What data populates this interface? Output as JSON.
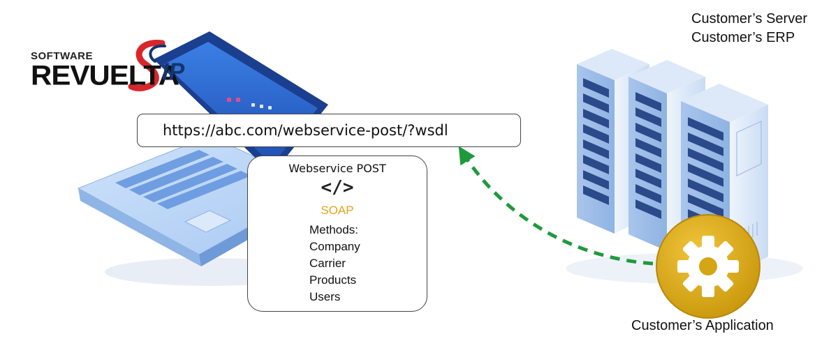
{
  "logo": {
    "small_text": "SOFTWARE",
    "big_text": "REVUELTA",
    "suffix": "IP"
  },
  "url_box": {
    "url": "https://abc.com/webservice-post/?wsdl"
  },
  "webservice": {
    "title": "Webservice POST",
    "code_glyph": "</>",
    "protocol": "SOAP",
    "methods_label": "Methods:",
    "methods": [
      "Company",
      "Carrier",
      "Products",
      "Users"
    ]
  },
  "server": {
    "line1": "Customer’s Server",
    "line2": "Customer’s ERP"
  },
  "application": {
    "label": "Customer’s Application"
  },
  "colors": {
    "arrow": "#1e9a3c",
    "gear_fill": "#d4a514",
    "protocol": "#e8a317",
    "brand_red": "#d8262c",
    "brand_blue": "#14356e",
    "laptop_blue": "#2f6fd6",
    "server_blue": "#b9d2f2"
  },
  "icons": [
    "laptop-illustration",
    "server-rack-illustration",
    "gear-icon",
    "code-icon",
    "dashed-arrow"
  ]
}
